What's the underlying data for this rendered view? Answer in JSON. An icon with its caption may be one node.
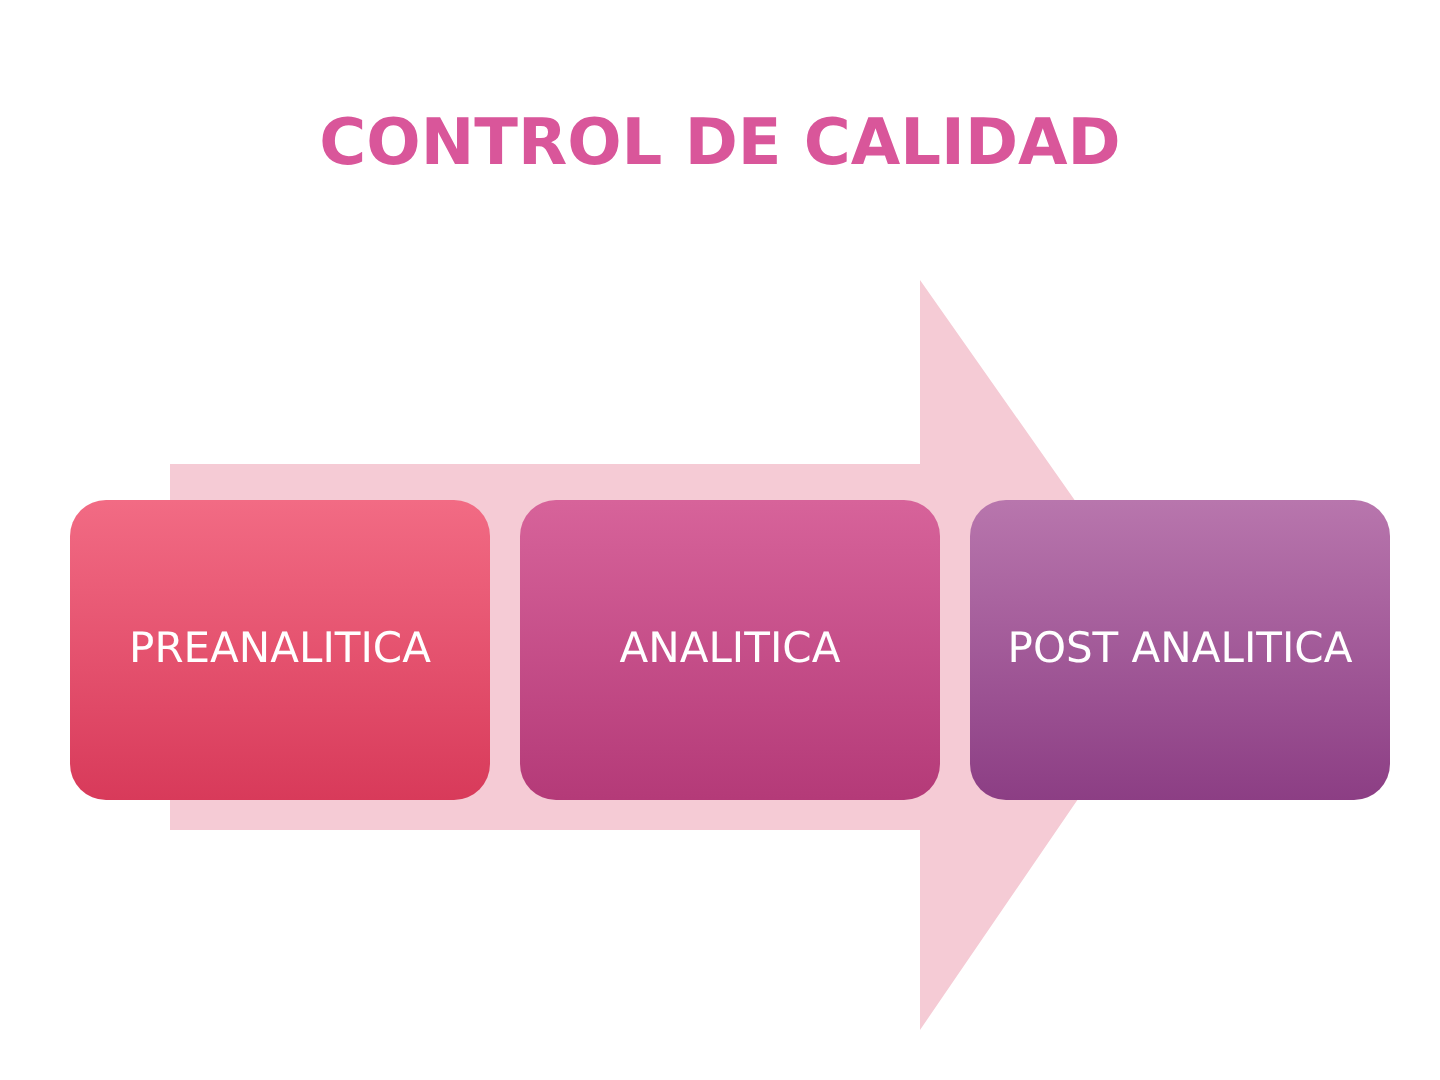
{
  "diagram": {
    "title": "CONTROL DE CALIDAD",
    "nodes": [
      {
        "text": [
          "PREANALITICA"
        ]
      },
      {
        "text": [
          "ANALITICA"
        ]
      },
      {
        "text": [
          "POST ANALITICA"
        ]
      }
    ],
    "edges": [
      {
        "from": 0,
        "to": 2,
        "arrow": "to"
      }
    ]
  }
}
